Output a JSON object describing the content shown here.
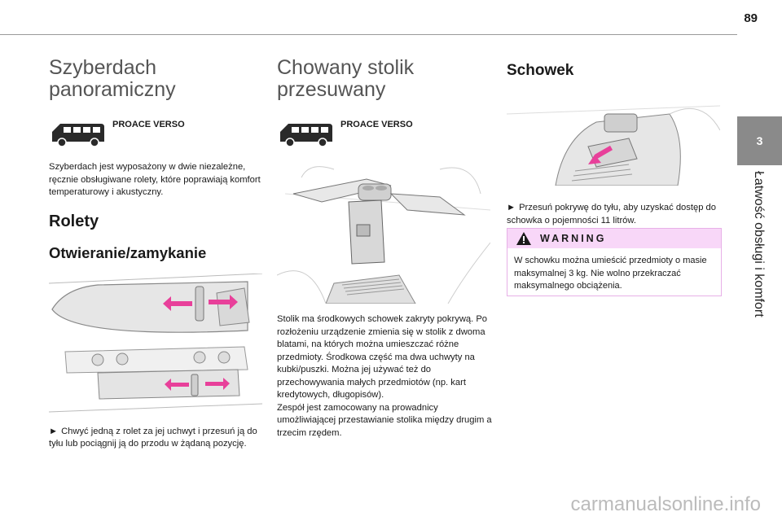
{
  "page": {
    "number": "89"
  },
  "side_tab": {
    "chapter": "3",
    "title": "Łatwość obsługi i komfort"
  },
  "col1": {
    "title": "Szyberdach panoramiczny",
    "vehicle_label": "PROACE VERSO",
    "intro": "Szyberdach jest wyposażony w dwie niezależne, ręcznie obsługiwane rolety, które poprawiają komfort temperaturowy i akustyczny.",
    "section_heading": "Rolety",
    "sub_heading": "Otwieranie/zamykanie",
    "bullet_glyph": "►",
    "bullet": "Chwyć jedną z rolet za jej uchwyt i przesuń ją do tyłu lub pociągnij ją do przodu w żądaną pozycję."
  },
  "col2": {
    "title": "Chowany stolik przesuwany",
    "vehicle_label": "PROACE VERSO",
    "body": "Stolik ma środkowych schowek zakryty pokrywą. Po rozłożeniu urządzenie zmienia się w stolik z dwoma blatami, na których można umieszczać różne przedmioty. Środkowa część ma dwa uchwyty na kubki/puszki. Można jej używać też do przechowywania małych przedmiotów (np. kart kredytowych, długopisów).",
    "body2": "Zespół jest zamocowany na prowadnicy umożliwiającej przestawianie stolika między drugim a trzecim rzędem."
  },
  "col3": {
    "title": "Schowek",
    "bullet_glyph": "►",
    "bullet": "Przesuń pokrywę do tyłu, aby uzyskać dostęp do schowka o pojemności 11 litrów."
  },
  "warning": {
    "label": "WARNING",
    "text": "W schowku można umieścić przedmioty o masie maksymalnej 3 kg. Nie wolno przekraczać maksymalnego obciążenia."
  },
  "watermark": {
    "text": "carmanualsonline.info"
  },
  "colors": {
    "accent_pink": "#e8409a",
    "warning_bg": "#f8d7f8",
    "tab_gray": "#8a8a8a"
  }
}
